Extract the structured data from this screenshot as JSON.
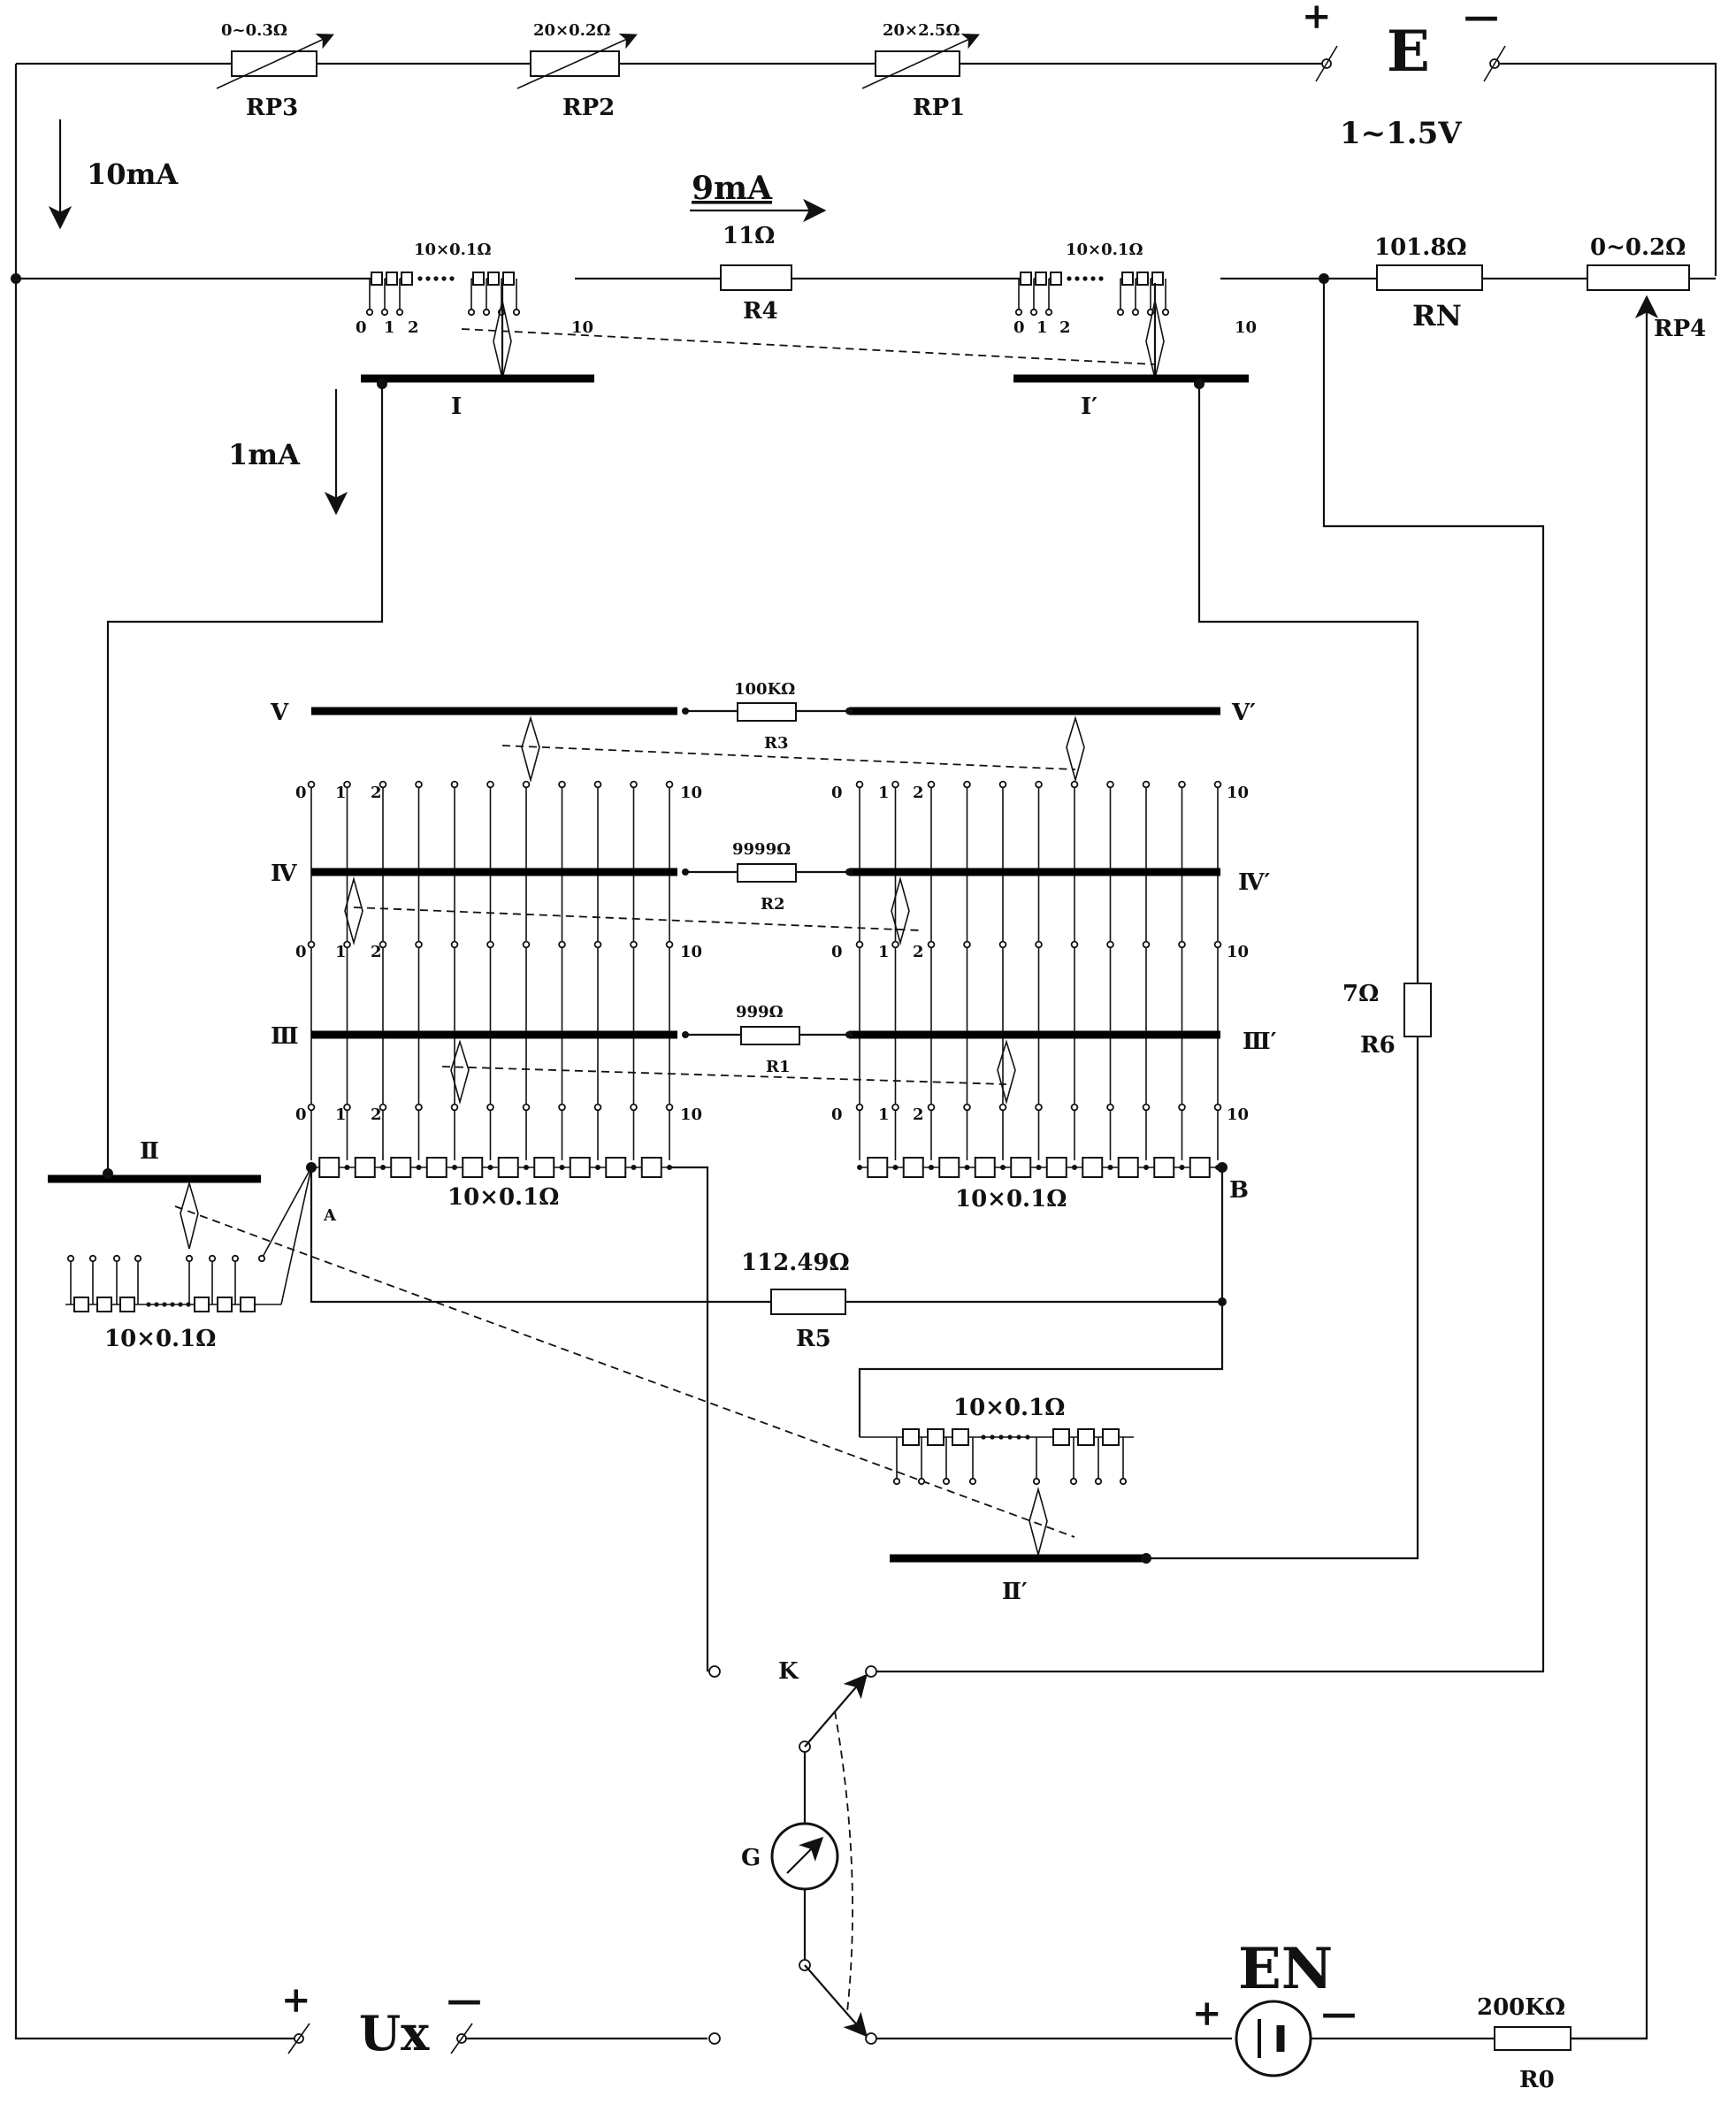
{
  "top": {
    "rp3": {
      "value": "0~0.3Ω",
      "name": "RP3"
    },
    "rp2": {
      "value": "20×0.2Ω",
      "name": "RP2"
    },
    "rp1": {
      "value": "20×2.5Ω",
      "name": "RP1"
    },
    "e_plus": "+",
    "e_minus": "—",
    "e_name": "E",
    "e_voltage": "1~1.5V",
    "i_total": "10mA"
  },
  "row1": {
    "i_r4": "9mA",
    "r4": {
      "value": "11Ω",
      "name": "R4"
    },
    "dec_left": "10×0.1Ω",
    "dec_right": "10×0.1Ω",
    "rn": {
      "value": "101.8Ω",
      "name": "RN"
    },
    "rp4": {
      "value": "0~0.2Ω",
      "name": "RP4"
    },
    "tap_labels": [
      "0",
      "1",
      "2",
      "10"
    ],
    "bar_I": "I",
    "bar_I2": "I′",
    "i_branch": "1mA"
  },
  "bridge": {
    "V": "V",
    "V2": "V′",
    "IV": "Ⅳ",
    "IV2": "Ⅳ′",
    "III": "Ⅲ",
    "III2": "Ⅲ′",
    "r3": {
      "value": "100KΩ",
      "name": "R3"
    },
    "r2": {
      "value": "9999Ω",
      "name": "R2"
    },
    "r1": {
      "value": "999Ω",
      "name": "R1"
    },
    "num0": "0",
    "num1": "1",
    "num2": "2",
    "num10": "10",
    "dec_A": "10×0.1Ω",
    "dec_B": "10×0.1Ω",
    "node_A": "A",
    "node_B": "B",
    "r5": {
      "value": "112.49Ω",
      "name": "R5"
    },
    "r6": {
      "value": "7Ω",
      "name": "R6"
    }
  },
  "lower": {
    "bar_II": "Ⅱ",
    "bar_II2": "Ⅱ′",
    "dec_II": "10×0.1Ω",
    "dec_II2": "10×0.1Ω",
    "switch": "K",
    "galvanometer": "G",
    "ux_plus": "+",
    "ux_minus": "—",
    "ux_name": "Ux",
    "en_name": "EN",
    "en_plus": "+",
    "en_minus": "—",
    "r0": {
      "value": "200KΩ",
      "name": "R0"
    }
  }
}
